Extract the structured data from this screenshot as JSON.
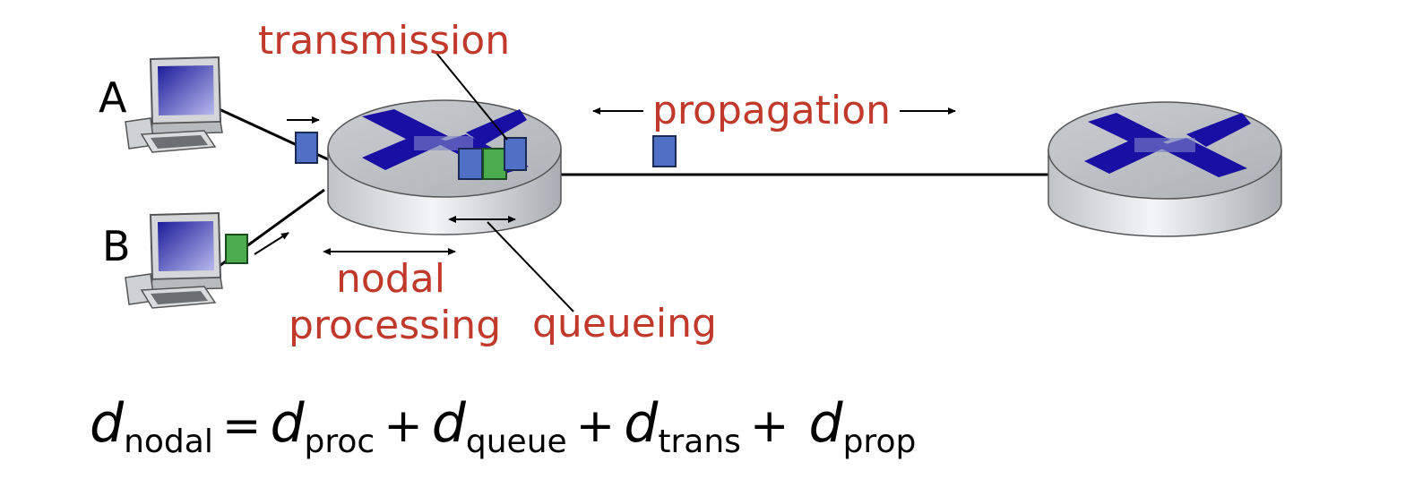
{
  "hosts": {
    "a": "A",
    "b": "B"
  },
  "labels": {
    "transmission": "transmission",
    "propagation": "propagation",
    "nodal": "nodal",
    "processing": "processing",
    "queueing": "queueing"
  },
  "formula": {
    "d": "d",
    "total_sub": "nodal",
    "eq": "=",
    "plus": "+",
    "proc_sub": "proc",
    "queue_sub": "queue",
    "trans_sub": "trans",
    "prop_sub": "prop"
  },
  "colors": {
    "label_red": "#c0392b",
    "packet_blue": "#4f70c5",
    "packet_green": "#4aac4f",
    "router_cross": "#1a0fa3"
  }
}
